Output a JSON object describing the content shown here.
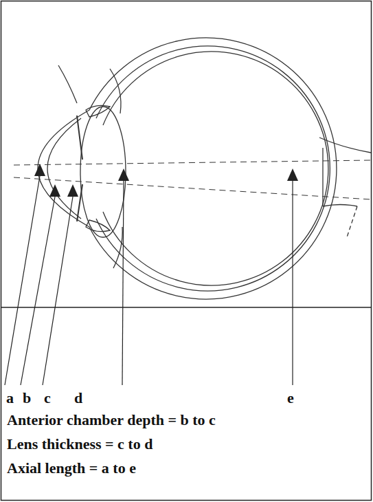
{
  "diagram": {
    "labels": [
      "a",
      "b",
      "c",
      "d",
      "e",
      "Anterior chamber depth = b to c",
      "Lens thickness = c to d",
      "Axial length = a to e"
    ]
  }
}
